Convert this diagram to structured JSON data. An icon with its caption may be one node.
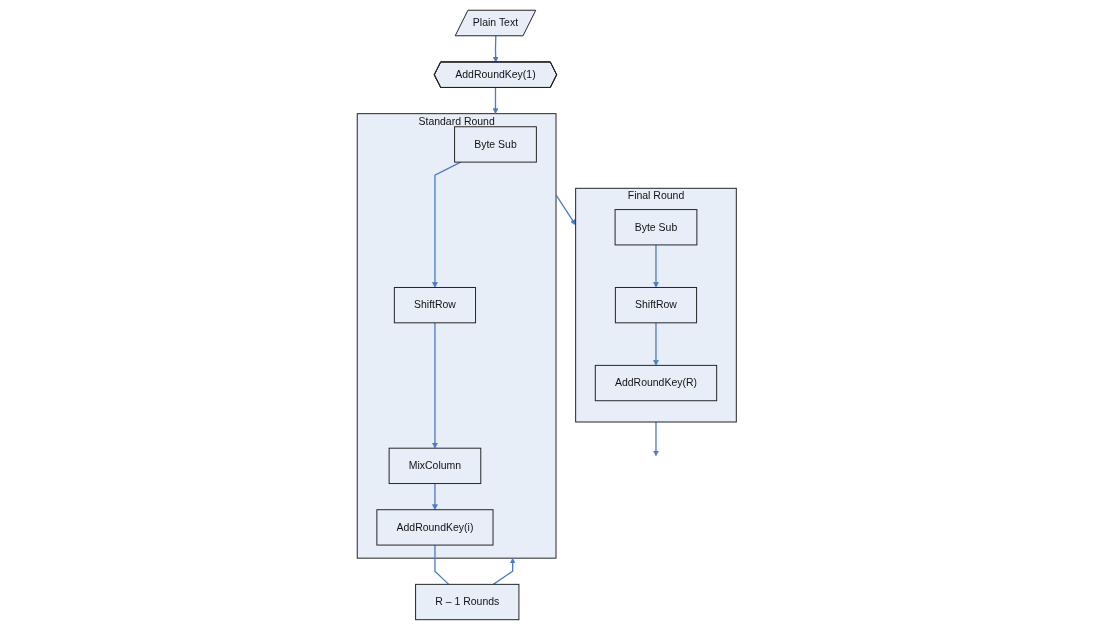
{
  "diagram": {
    "nodes": [
      {
        "text": [
          "Plain Text"
        ]
      },
      {
        "text": [
          "AddRoundKey(1)"
        ]
      },
      {
        "text": [
          "Standard Round"
        ]
      },
      {
        "text": [
          "Byte Sub"
        ],
        "in": 2
      },
      {
        "text": [
          "ShiftRow"
        ],
        "in": 2
      },
      {
        "text": [
          "MixColumn"
        ],
        "in": 2
      },
      {
        "text": [
          "AddRoundKey(i)"
        ],
        "in": 2
      },
      {
        "text": [
          "R – 1 Rounds"
        ]
      },
      {
        "text": [
          "Final Round"
        ]
      },
      {
        "text": [
          "Byte Sub"
        ],
        "in": 8
      },
      {
        "text": [
          "ShiftRow"
        ],
        "in": 8
      },
      {
        "text": [
          "AddRoundKey(R)"
        ],
        "in": 8
      }
    ],
    "edges": [
      {
        "from": 0,
        "to": 1,
        "arrow": "to"
      },
      {
        "from": 1,
        "to": 2,
        "arrow": "to"
      },
      {
        "from": 3,
        "to": 4,
        "arrow": "to"
      },
      {
        "from": 4,
        "to": 5,
        "arrow": "to"
      },
      {
        "from": 5,
        "to": 6,
        "arrow": "to"
      },
      {
        "from": 6,
        "to": 7,
        "arrow": "none"
      },
      {
        "from": 7,
        "to": 2,
        "arrow": "to"
      },
      {
        "from": 2,
        "to": 8,
        "arrow": "to"
      },
      {
        "from": 9,
        "to": 10,
        "arrow": "to"
      },
      {
        "from": 10,
        "to": 11,
        "arrow": "to"
      },
      {
        "from": 8,
        "to": null,
        "arrow": "to"
      }
    ]
  }
}
